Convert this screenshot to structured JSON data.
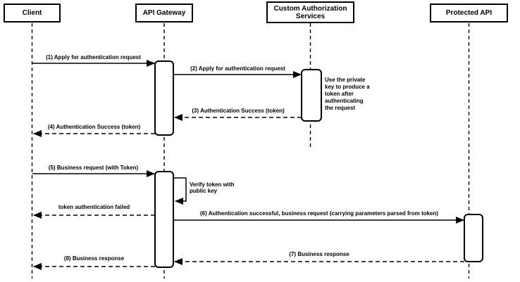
{
  "colors": {
    "stroke": "#000000",
    "background": "#ffffff",
    "activation_fill": "#ffffff"
  },
  "actors": [
    {
      "label": "Client"
    },
    {
      "label": "API Gateway"
    },
    {
      "label": "Custom Authorization Services"
    },
    {
      "label": "Protected API"
    }
  ],
  "messages": [
    {
      "num": "(1)",
      "label": "(1) Apply for authentication request",
      "from": "Client",
      "to": "API Gateway",
      "line": "solid"
    },
    {
      "num": "(2)",
      "label": "(2) Apply for authentication request",
      "from": "API Gateway",
      "to": "Custom Authorization Services",
      "line": "solid"
    },
    {
      "num": "(3)",
      "label": "(3) Authentication Success (token)",
      "from": "Custom Authorization Services",
      "to": "API Gateway",
      "line": "dashed"
    },
    {
      "num": "(4)",
      "label": "(4) Authentication Success (token)",
      "from": "API Gateway",
      "to": "Client",
      "line": "dashed"
    },
    {
      "num": "(5)",
      "label": "(5) Business request (with Token)",
      "from": "Client",
      "to": "API Gateway",
      "line": "solid"
    },
    {
      "label": "Verify token with public key",
      "from": "API Gateway",
      "to": "API Gateway",
      "line": "solid",
      "self_message": true
    },
    {
      "label": "token authentication failed",
      "from": "API Gateway",
      "to": "Client",
      "line": "dashed"
    },
    {
      "num": "(6)",
      "label": "(6) Authentication successful, business request (carrying parameters parsed from token)",
      "from": "API Gateway",
      "to": "Protected API",
      "line": "solid"
    },
    {
      "num": "(7)",
      "label": "(7) Business response",
      "from": "Protected API",
      "to": "API Gateway",
      "line": "dashed"
    },
    {
      "num": "(8)",
      "label": "(8) Business response",
      "from": "API Gateway",
      "to": "Client",
      "line": "dashed"
    }
  ],
  "note": {
    "text": "Use the private key to produce a token after authenticating the request",
    "attached_to": "Custom Authorization Services"
  }
}
